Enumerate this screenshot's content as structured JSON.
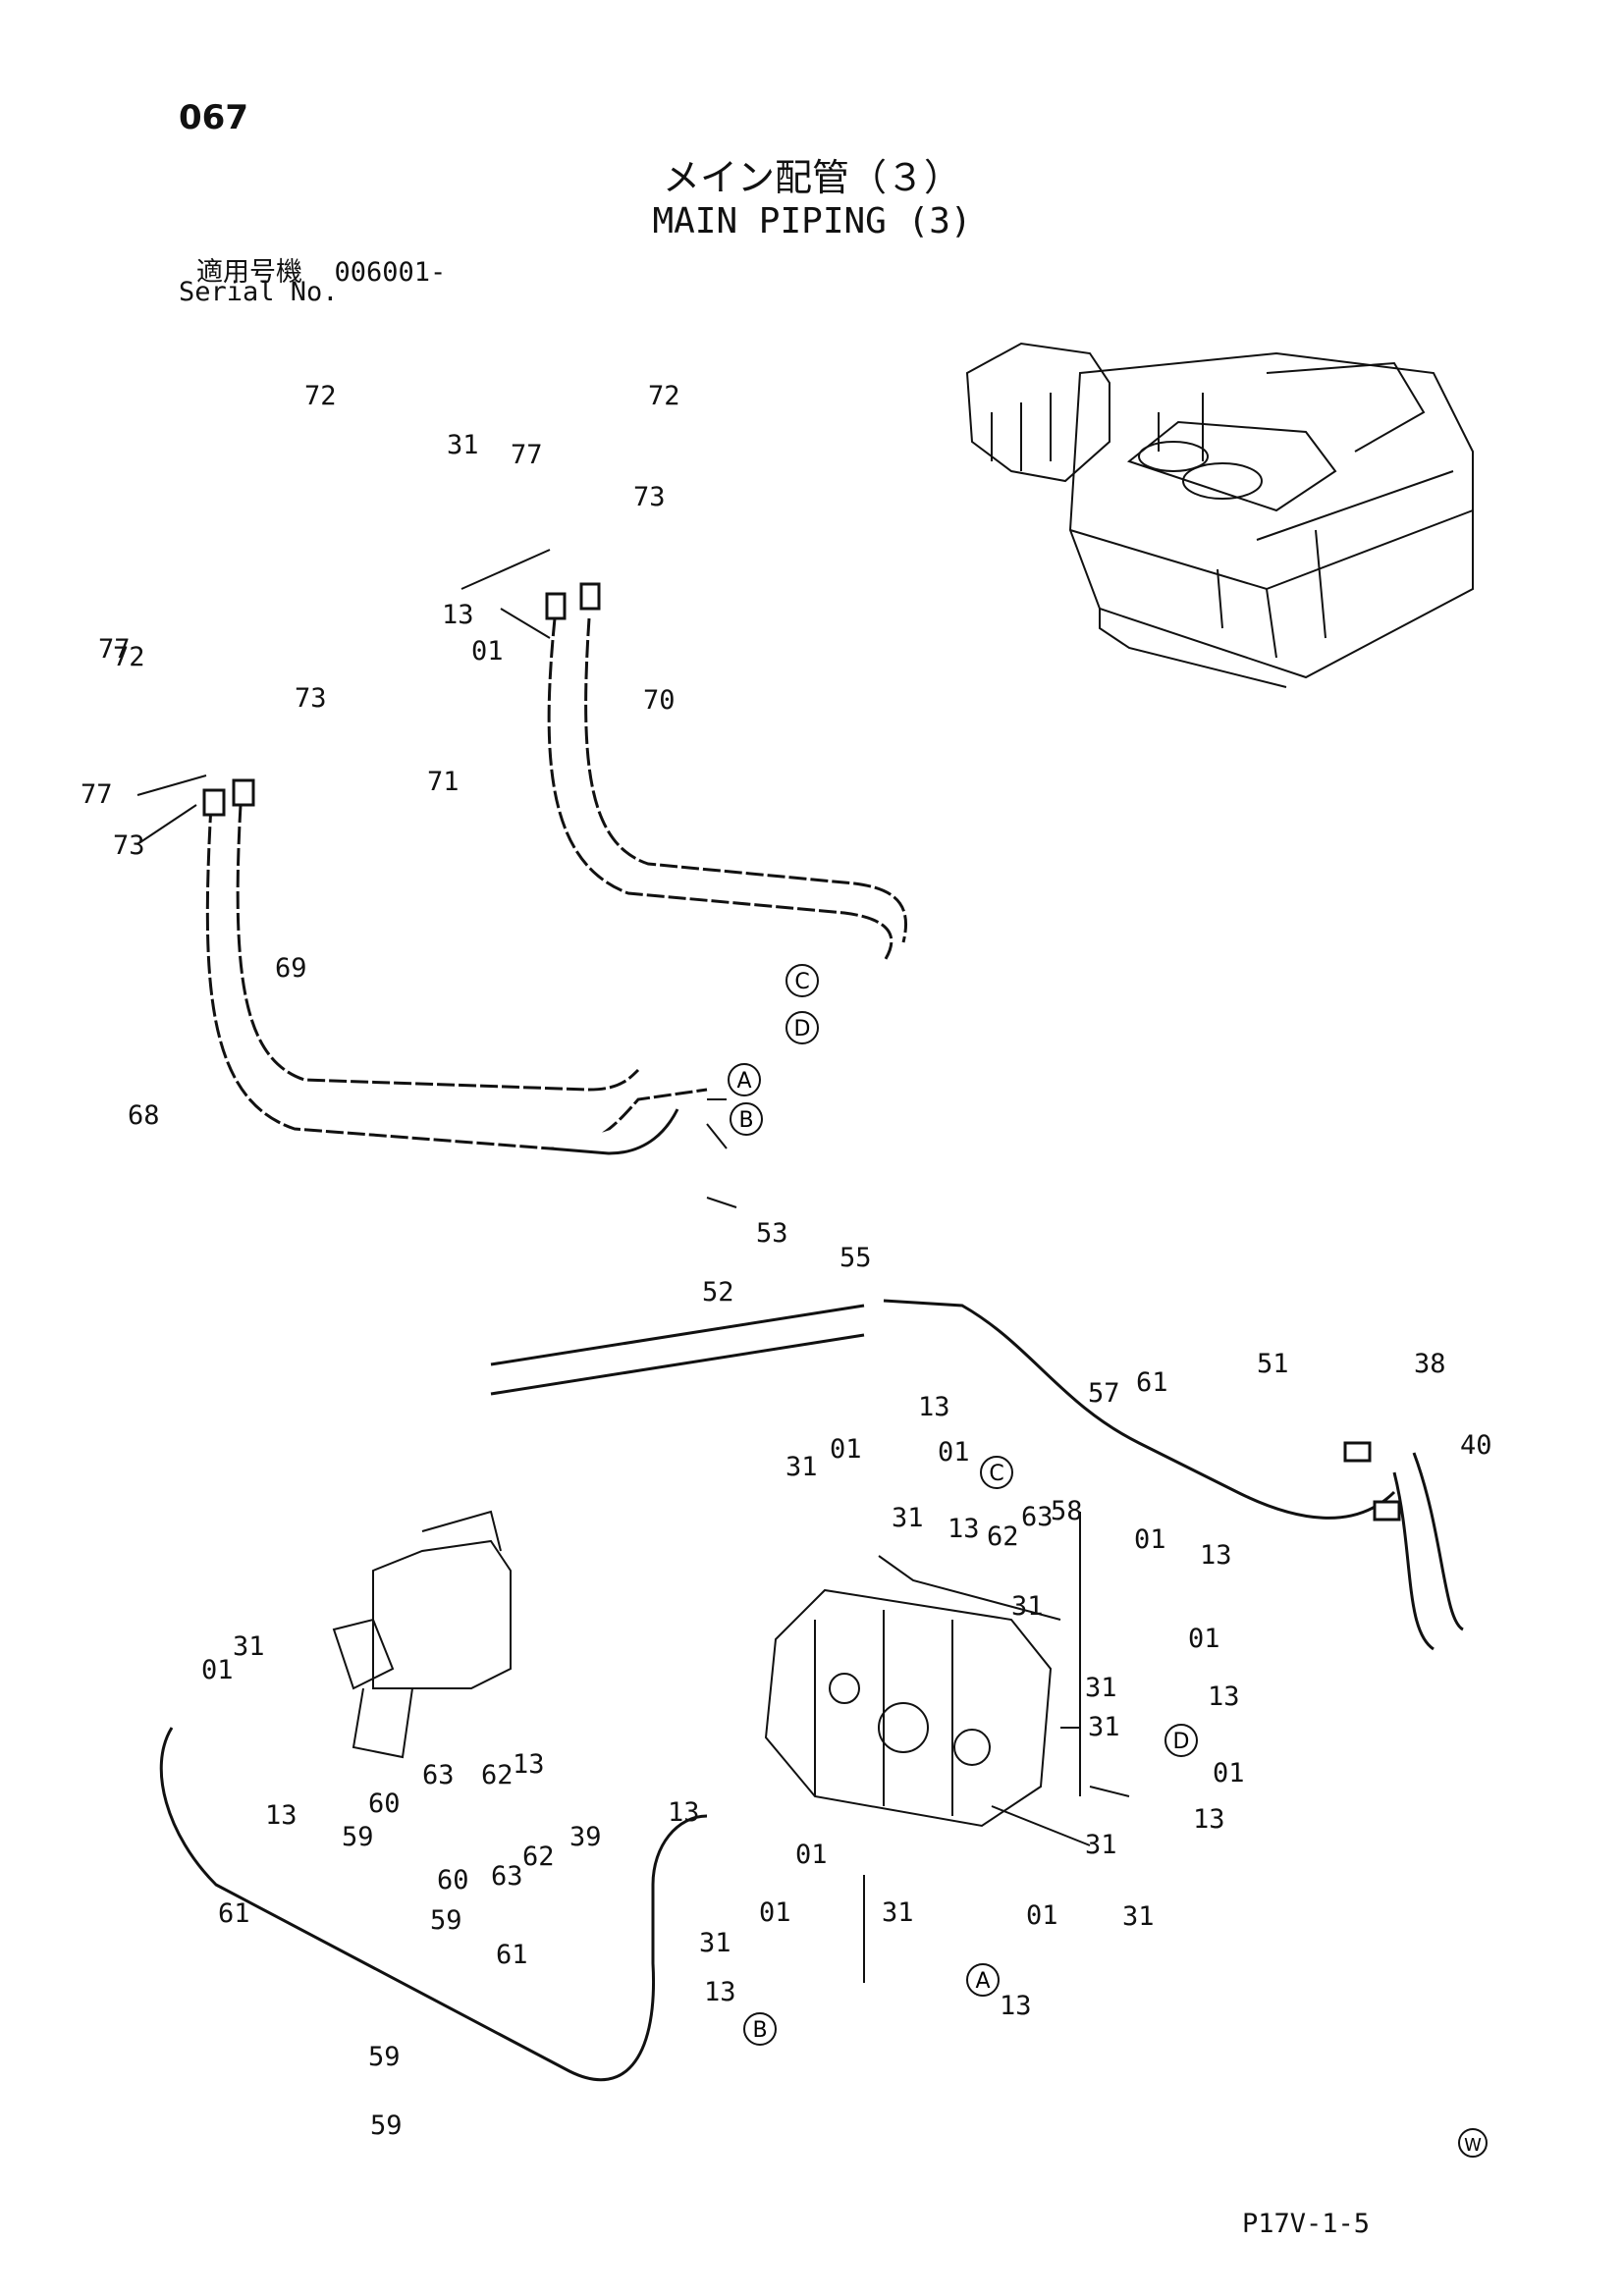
{
  "header": {
    "page_number": "067",
    "title_jp": "メイン配管（３）",
    "title_en": "MAIN PIPING (3)",
    "serial_jp": "適用号機  006001-",
    "serial_en": "Serial No."
  },
  "footer": {
    "page_code": "P17V-1-5",
    "mark": "W"
  },
  "part_labels": [
    "72",
    "31",
    "77",
    "73",
    "13",
    "01",
    "72",
    "77",
    "72",
    "73",
    "77",
    "73",
    "70",
    "71",
    "69",
    "68",
    "53",
    "55",
    "52",
    "13",
    "31",
    "01",
    "57",
    "61",
    "51",
    "38",
    "40",
    "01",
    "31",
    "13",
    "58",
    "63",
    "62",
    "01",
    "13",
    "31",
    "01",
    "31",
    "13",
    "31",
    "01",
    "13",
    "31",
    "13",
    "01",
    "31",
    "13",
    "62",
    "63",
    "60",
    "59",
    "61",
    "39",
    "62",
    "63",
    "60",
    "59",
    "61",
    "59",
    "59",
    "01",
    "31",
    "13",
    "01",
    "31",
    "13",
    "01",
    "31",
    "13"
  ],
  "connectors": [
    "A",
    "B",
    "C",
    "D",
    "C",
    "D",
    "A",
    "B"
  ]
}
